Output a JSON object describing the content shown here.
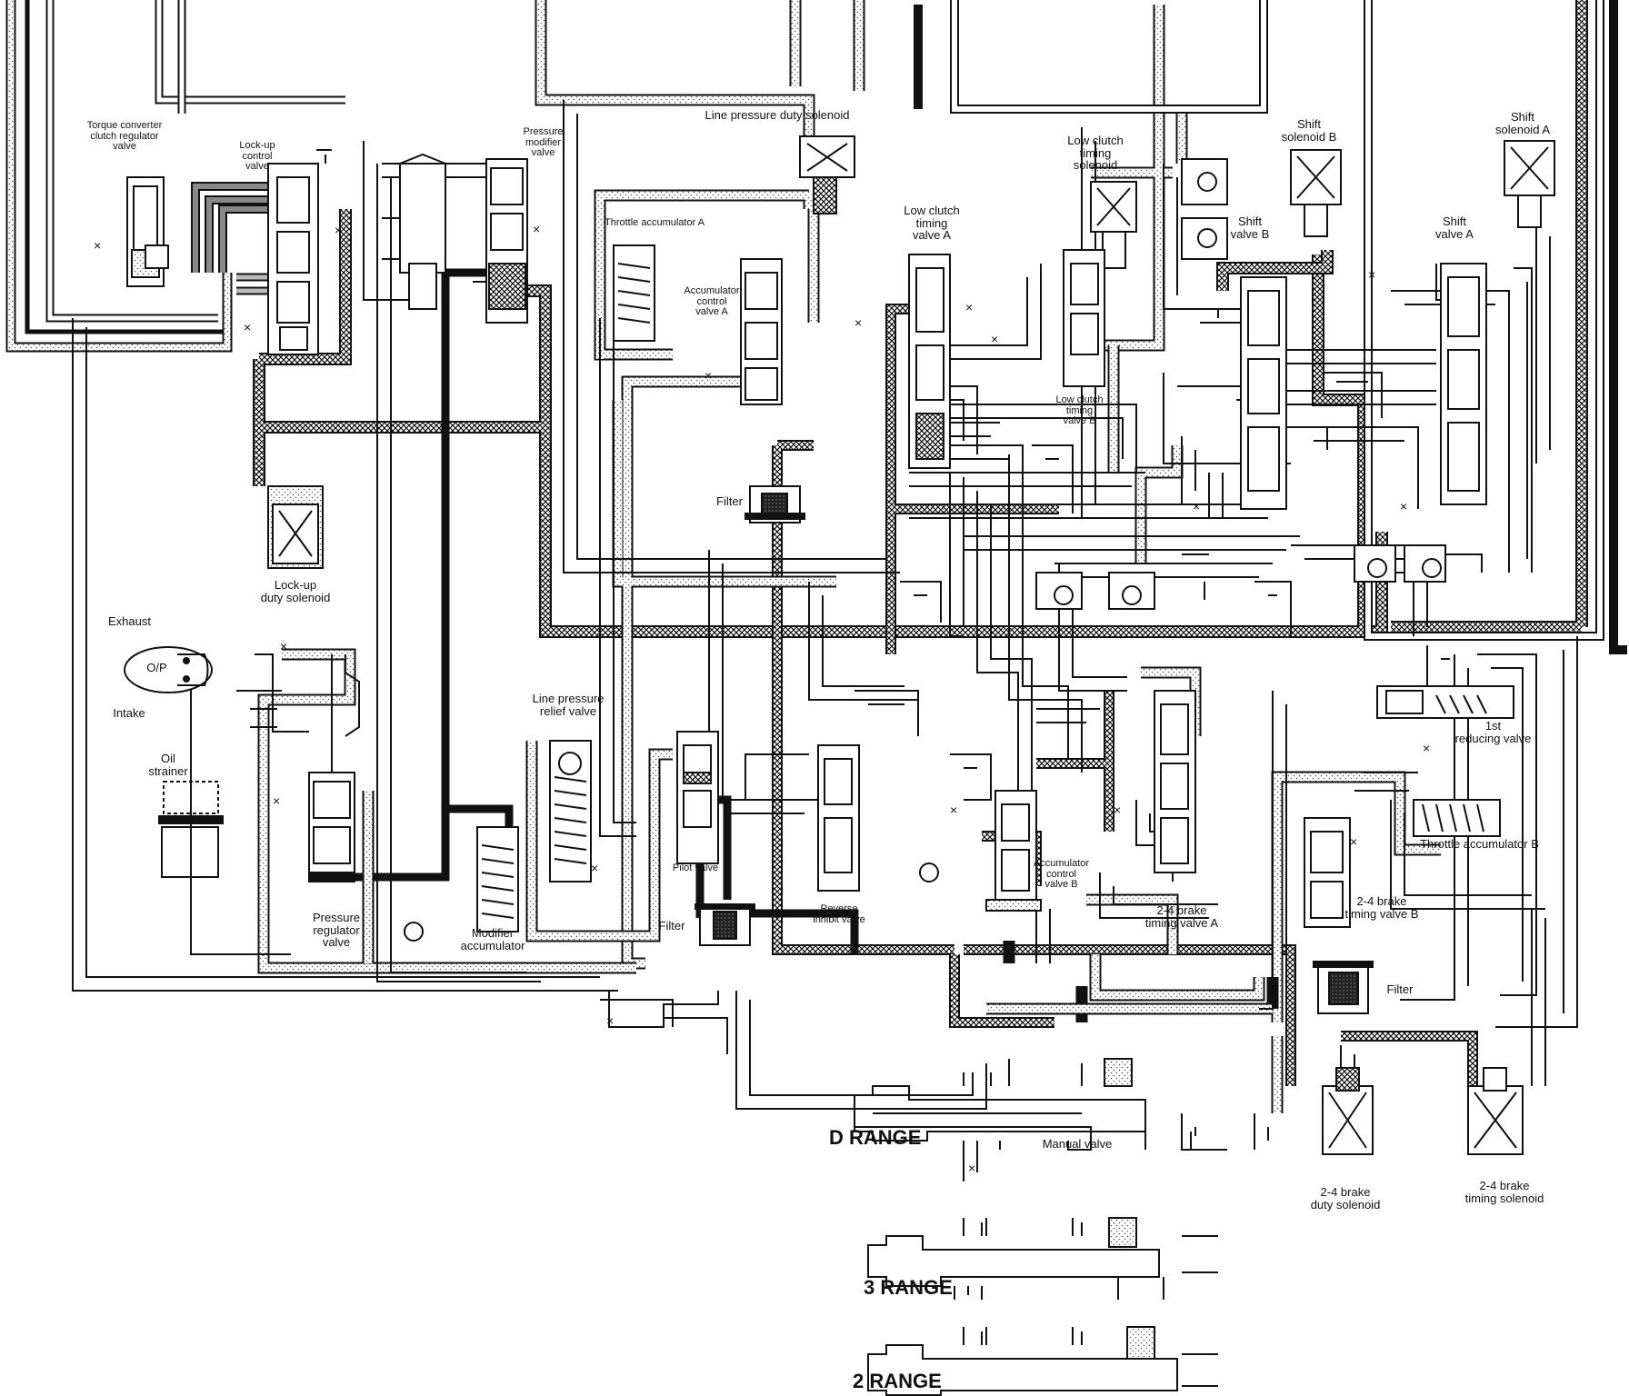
{
  "labels": {
    "torque_converter_clutch_regulator_valve": "Torque converter\nclutch regulator\nvalve",
    "lockup_control_valve": "Lock-up\ncontrol\nvalve",
    "pressure_modifier_valve": "Pressure\nmodifier\nvalve",
    "line_pressure_duty_solenoid": "Line pressure duty solenoid",
    "throttle_accumulator_a": "Throttle accumulator A",
    "accumulator_control_valve_a": "Accumulator\ncontrol\nvalve A",
    "low_clutch_timing_valve_a": "Low clutch\ntiming\nvalve A",
    "low_clutch_timing_solenoid": "Low clutch\ntiming\nsolenoid",
    "low_clutch_timing_valve_b": "Low clutch\ntiming\nvalve B",
    "shift_solenoid_b": "Shift\nsolenoid B",
    "shift_valve_b": "Shift\nvalve B",
    "shift_solenoid_a": "Shift\nsolenoid A",
    "shift_valve_a": "Shift\nvalve A",
    "filter_1": "Filter",
    "filter_2": "Filter",
    "filter_3": "Filter",
    "lockup_duty_solenoid": "Lock-up\nduty solenoid",
    "exhaust": "Exhaust",
    "op": "O/P",
    "intake": "Intake",
    "oil_strainer": "Oil\nstrainer",
    "pressure_regulator_valve": "Pressure\nregulator\nvalve",
    "modifier_accumulator": "Modifier\naccumulator",
    "line_pressure_relief_valve": "Line pressure\nrelief valve",
    "pilot_valve": "Pilot valve",
    "reverse_inhibit_valve": "Reverse\ninhibit valve",
    "accumulator_control_valve_b": "Accumulator\ncontrol\nvalve B",
    "brake_timing_valve_a": "2-4 brake\ntiming valve A",
    "brake_timing_valve_b": "2-4 brake\ntiming valve B",
    "first_reducing_valve": "1st\nreducing valve",
    "throttle_accumulator_b": "Throttle accumulator B",
    "brake_duty_solenoid": "2-4 brake\nduty solenoid",
    "brake_timing_solenoid": "2-4 brake\ntiming solenoid",
    "manual_valve": "Manual valve",
    "d_range": "D RANGE",
    "three_range": "3 RANGE",
    "two_range": "2 RANGE"
  },
  "exhaust_mark": "×"
}
